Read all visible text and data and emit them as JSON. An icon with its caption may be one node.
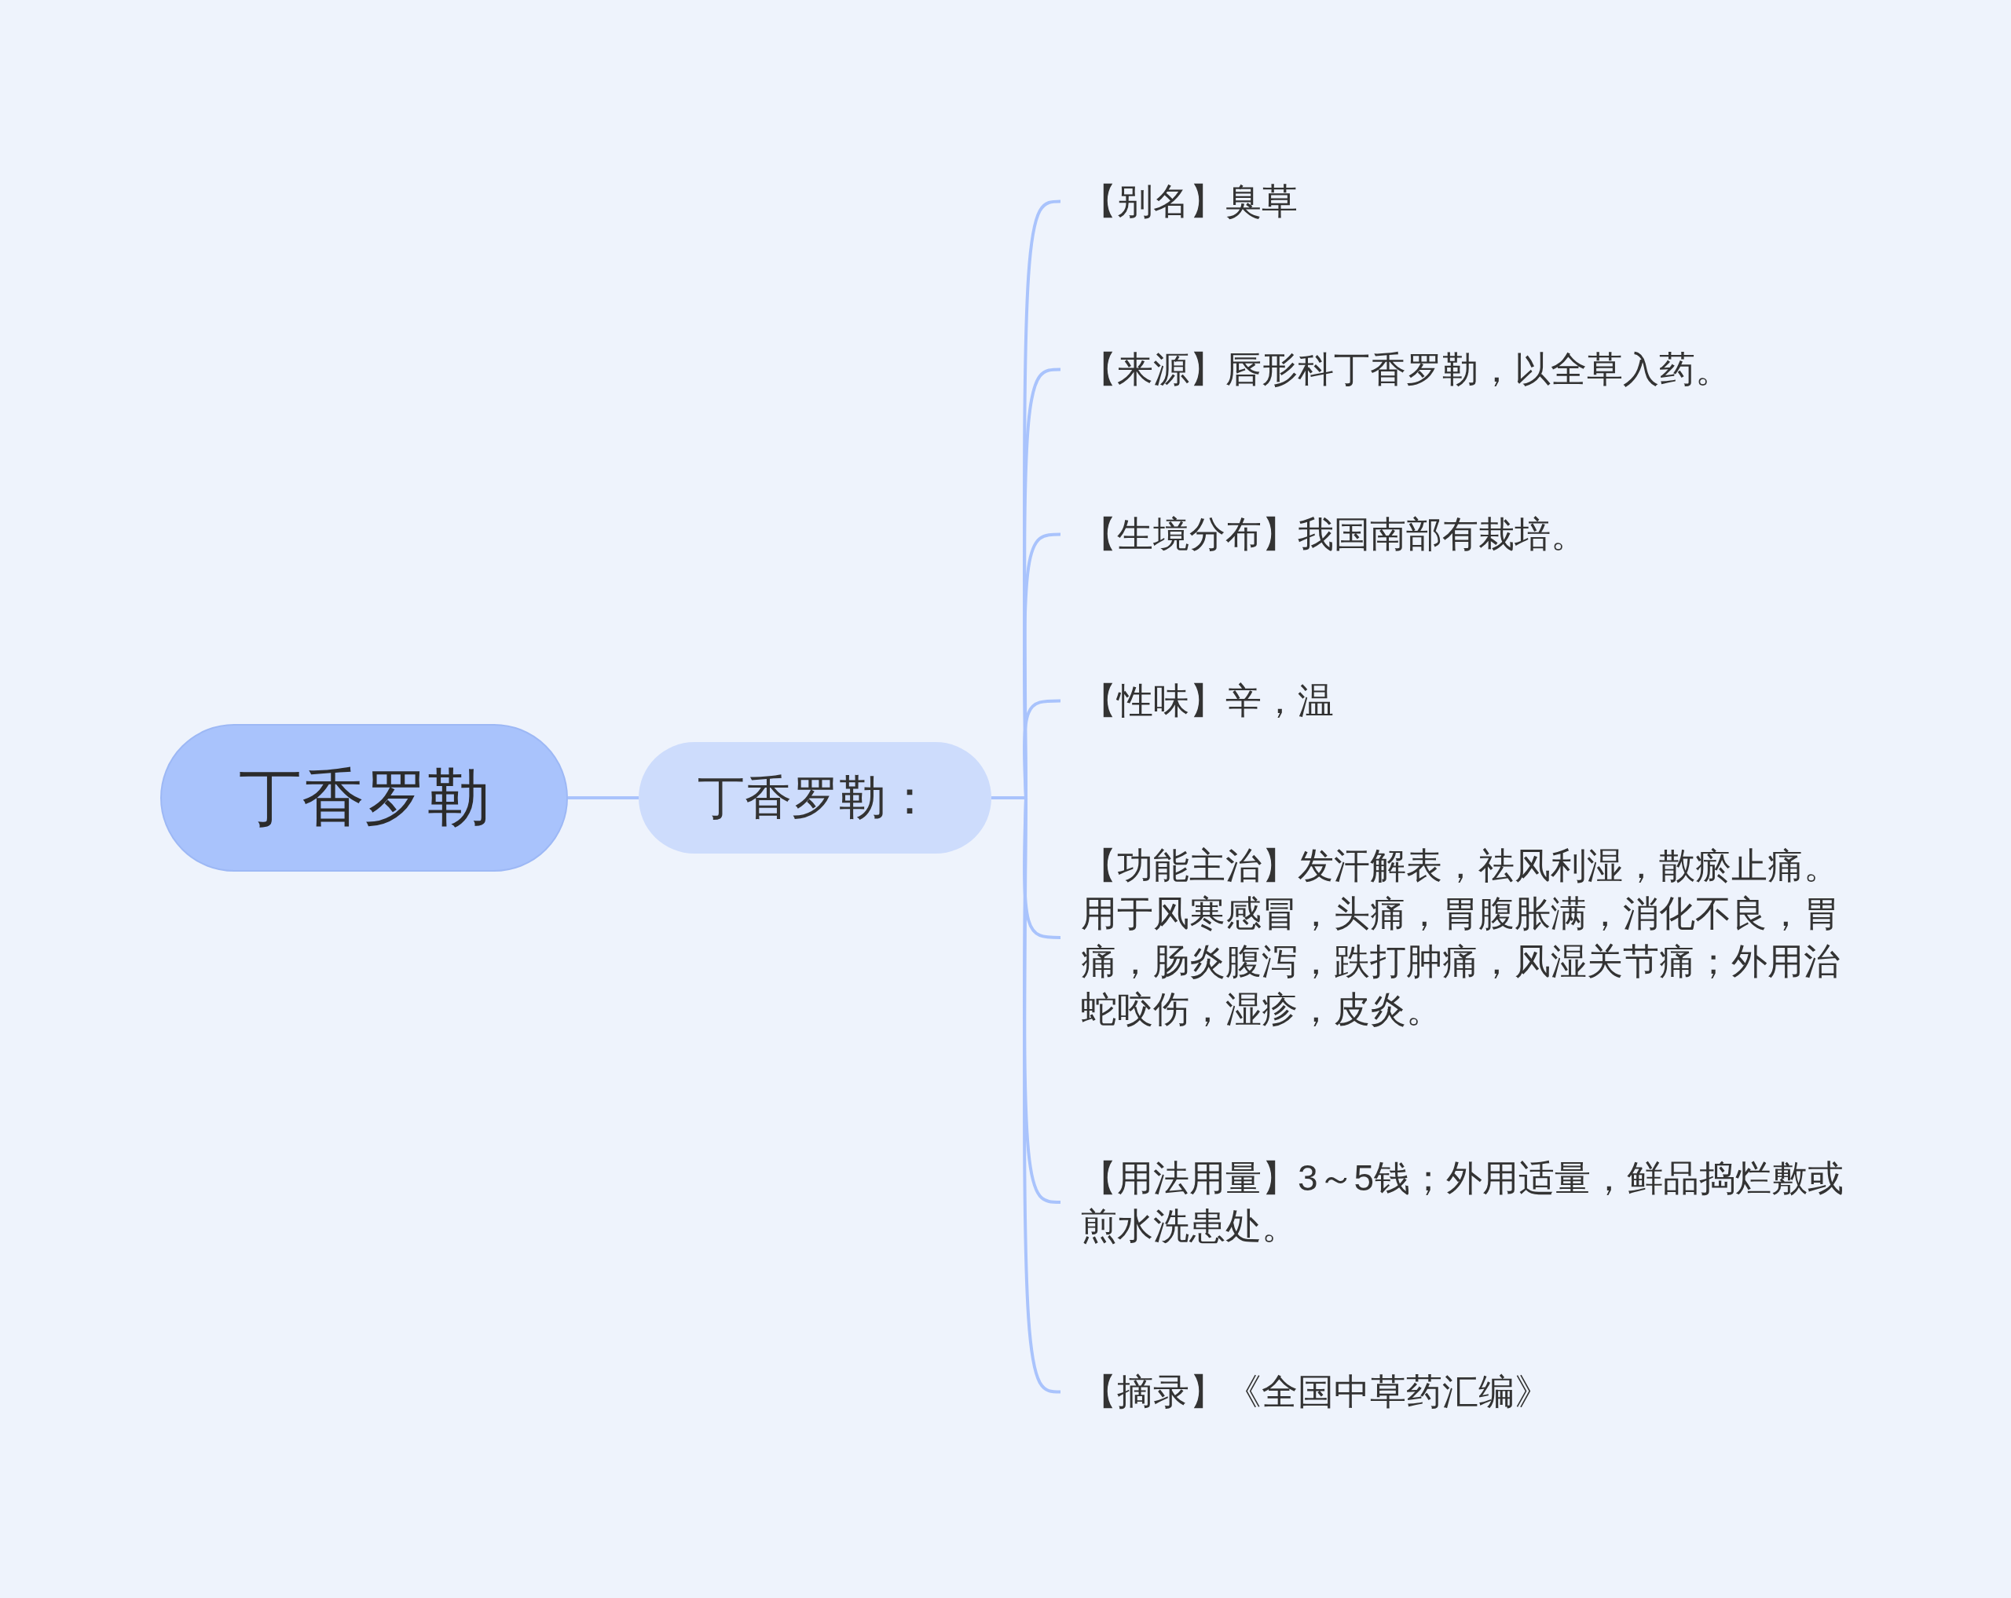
{
  "diagram": {
    "nodes": [
      {
        "text": [
          "丁香罗勒"
        ]
      },
      {
        "text": [
          "丁香罗勒："
        ]
      },
      {
        "text": [
          "【别名】臭草"
        ]
      },
      {
        "text": [
          "【来源】唇形科丁香罗勒，以全草入药。"
        ]
      },
      {
        "text": [
          "【生境分布】我国南部有栽培。"
        ]
      },
      {
        "text": [
          "【性味】辛，温"
        ]
      },
      {
        "text": [
          "【功能主治】发汗解表，祛风利湿，散瘀止痛。用于风寒感冒，头痛，胃腹胀满，消化不良，胃痛，肠炎腹泻，跌打肿痛，风湿关节痛；外用治蛇咬伤，湿疹，皮炎。"
        ]
      },
      {
        "text": [
          "【用法用量】3～5钱；外用适量，鲜品捣烂敷或煎水洗患处。"
        ]
      },
      {
        "text": [
          "【摘录】《全国中草药汇编》"
        ]
      }
    ],
    "edges": [
      {
        "from": 0,
        "to": 1,
        "arrow": "none"
      },
      {
        "from": 1,
        "to": 2,
        "arrow": "none"
      },
      {
        "from": 1,
        "to": 3,
        "arrow": "none"
      },
      {
        "from": 1,
        "to": 4,
        "arrow": "none"
      },
      {
        "from": 1,
        "to": 5,
        "arrow": "none"
      },
      {
        "from": 1,
        "to": 6,
        "arrow": "none"
      },
      {
        "from": 1,
        "to": 7,
        "arrow": "none"
      },
      {
        "from": 1,
        "to": 8,
        "arrow": "none"
      }
    ]
  }
}
